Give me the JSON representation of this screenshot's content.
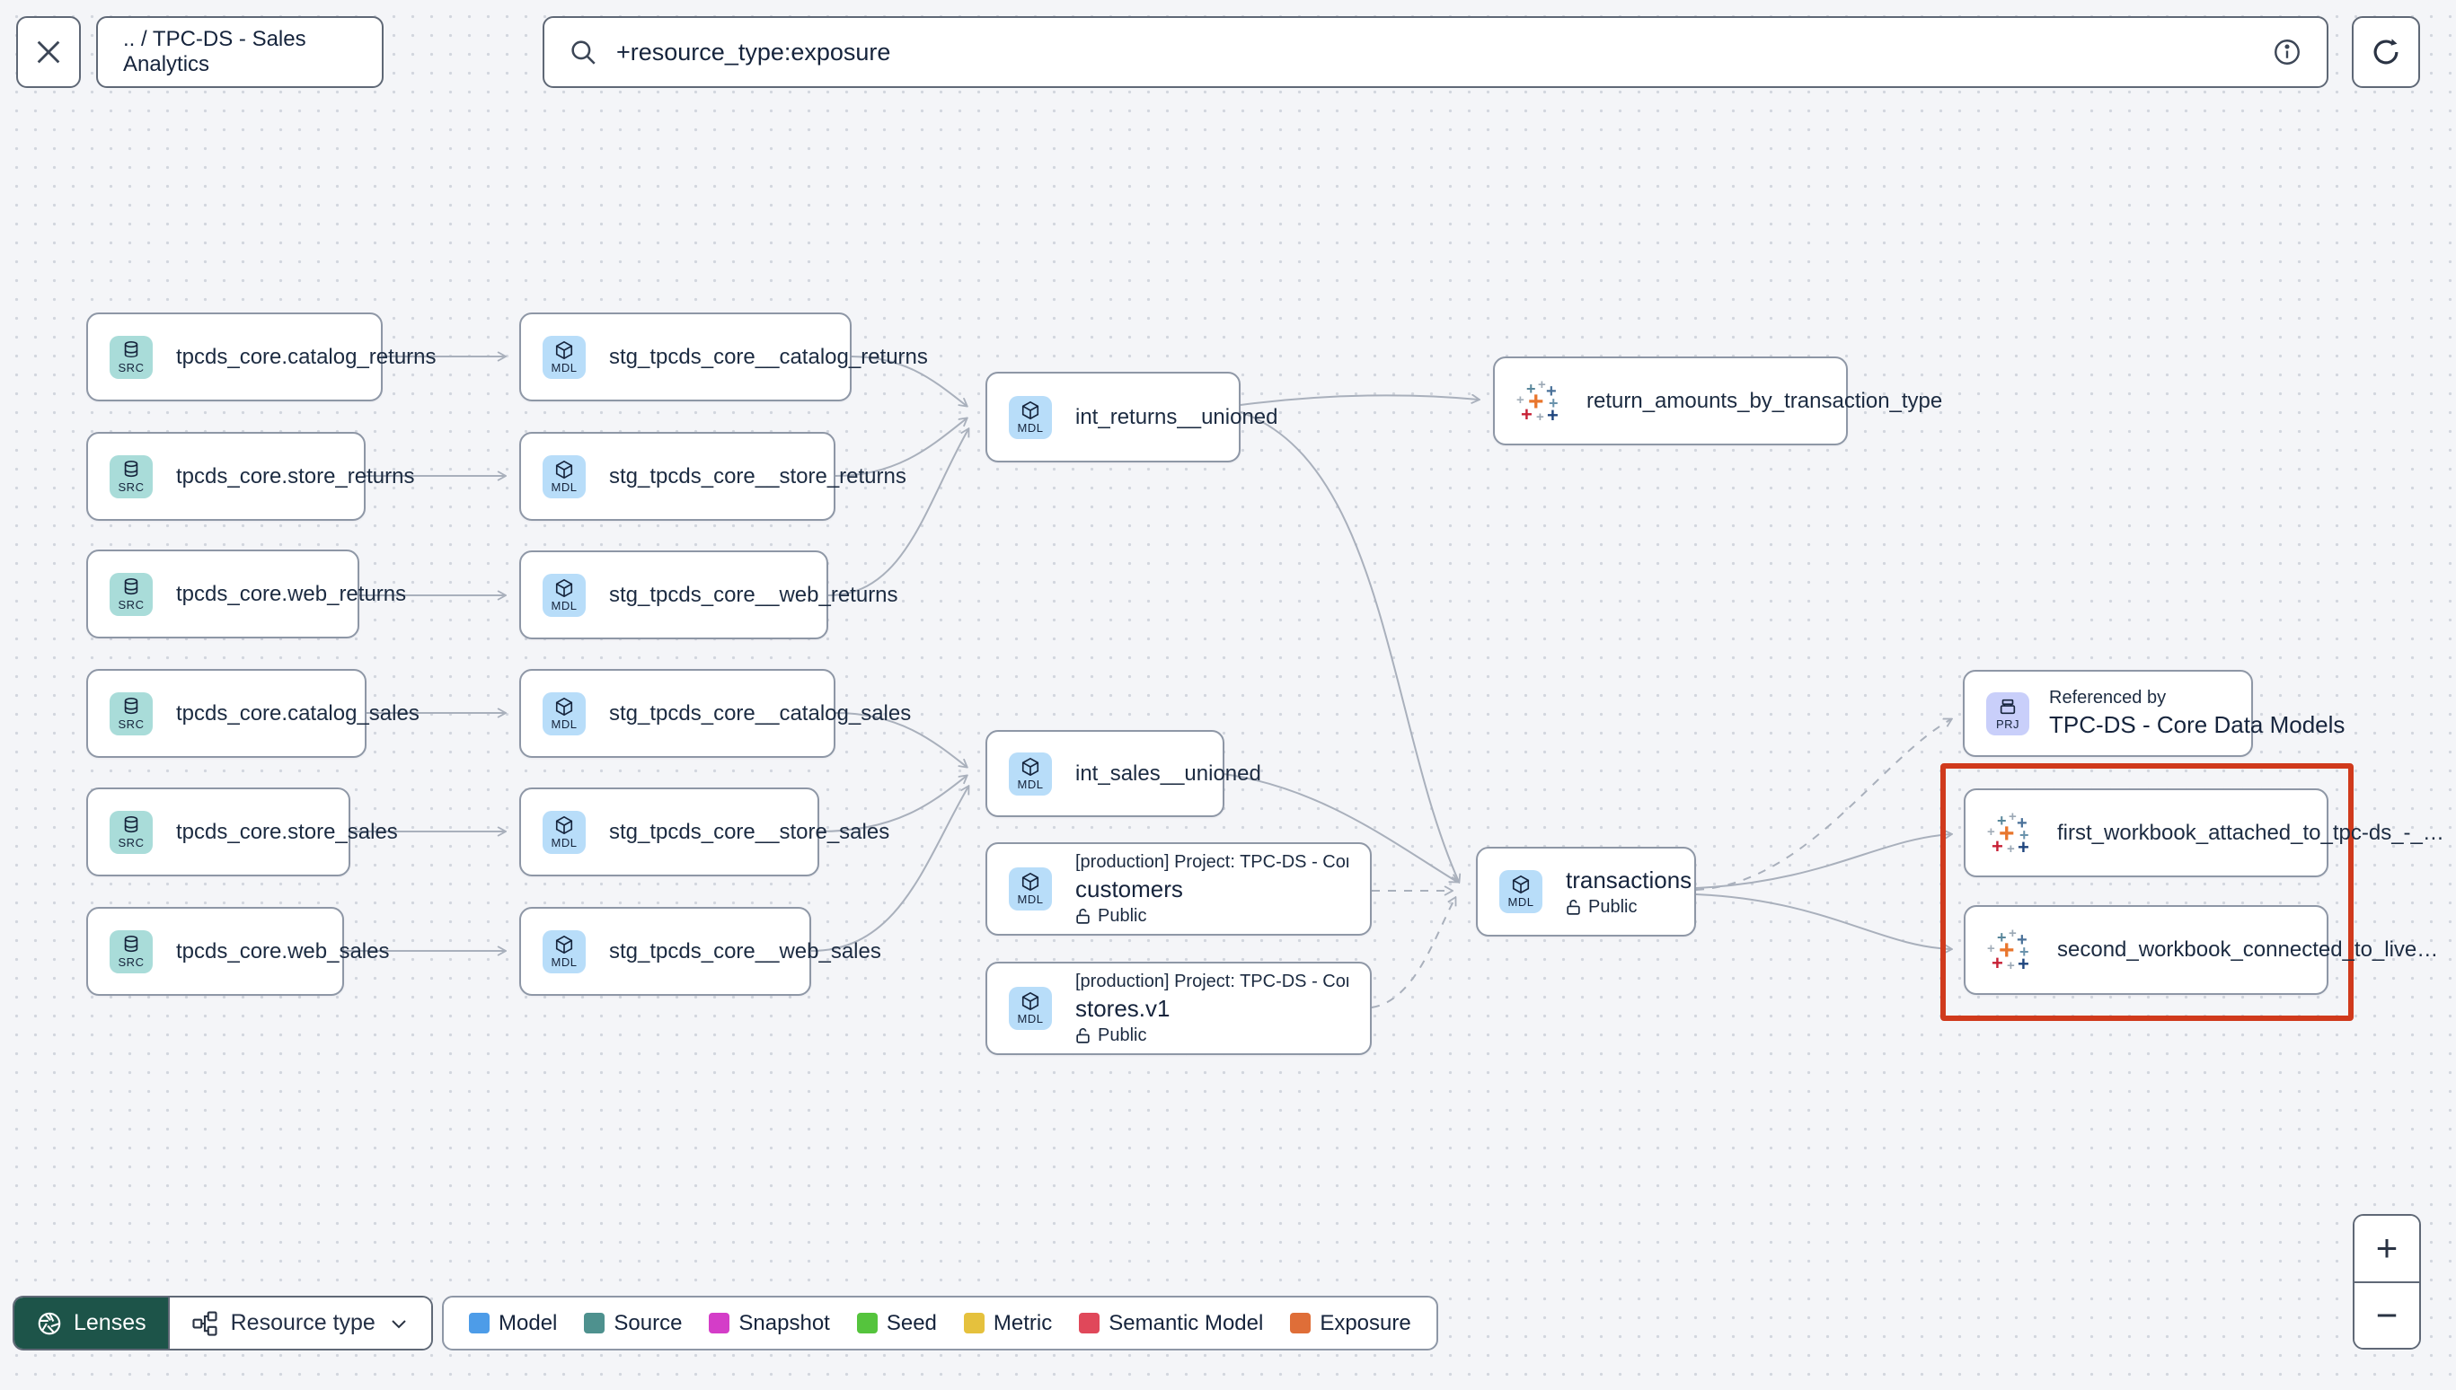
{
  "header": {
    "breadcrumb": ".. / TPC-DS - Sales Analytics",
    "search_value": "+resource_type:exposure"
  },
  "badges": {
    "source": "SRC",
    "model": "MDL",
    "project": "PRJ"
  },
  "nodes": [
    {
      "label": "tpcds_core.catalog_returns",
      "type": "source"
    },
    {
      "label": "tpcds_core.store_returns",
      "type": "source"
    },
    {
      "label": "tpcds_core.web_returns",
      "type": "source"
    },
    {
      "label": "tpcds_core.catalog_sales",
      "type": "source"
    },
    {
      "label": "tpcds_core.store_sales",
      "type": "source"
    },
    {
      "label": "tpcds_core.web_sales",
      "type": "source"
    },
    {
      "label": "stg_tpcds_core__catalog_returns",
      "type": "model"
    },
    {
      "label": "stg_tpcds_core__store_returns",
      "type": "model"
    },
    {
      "label": "stg_tpcds_core__web_returns",
      "type": "model"
    },
    {
      "label": "stg_tpcds_core__catalog_sales",
      "type": "model"
    },
    {
      "label": "stg_tpcds_core__store_sales",
      "type": "model"
    },
    {
      "label": "stg_tpcds_core__web_sales",
      "type": "model"
    },
    {
      "label": "int_returns__unioned",
      "type": "model"
    },
    {
      "label": "int_sales__unioned",
      "type": "model"
    },
    {
      "project_line": "[production] Project: TPC-DS - Core Data Mo…",
      "name": "customers",
      "visibility": "Public",
      "type": "model"
    },
    {
      "project_line": "[production] Project: TPC-DS - Core Data Mo…",
      "name": "stores.v1",
      "visibility": "Public",
      "type": "model"
    },
    {
      "name": "transactions",
      "visibility": "Public",
      "type": "model"
    },
    {
      "label": "return_amounts_by_transaction_type",
      "type": "exposure"
    },
    {
      "title": "Referenced by",
      "name": "TPC-DS - Core Data Models",
      "type": "project"
    },
    {
      "label": "first_workbook_attached_to_tpc-ds_-_…",
      "type": "exposure"
    },
    {
      "label": "second_workbook_connected_to_live…",
      "type": "exposure"
    }
  ],
  "legend": {
    "items": [
      {
        "label": "Model",
        "color": "#4d9ce8"
      },
      {
        "label": "Source",
        "color": "#4e918e"
      },
      {
        "label": "Snapshot",
        "color": "#d43dc8"
      },
      {
        "label": "Seed",
        "color": "#55c43d"
      },
      {
        "label": "Metric",
        "color": "#e5c13d"
      },
      {
        "label": "Semantic Model",
        "color": "#e0485a"
      },
      {
        "label": "Exposure",
        "color": "#df6e38"
      }
    ]
  },
  "controls": {
    "lenses": "Lenses",
    "resource_type": "Resource type",
    "zoom_in": "+",
    "zoom_out": "−"
  }
}
